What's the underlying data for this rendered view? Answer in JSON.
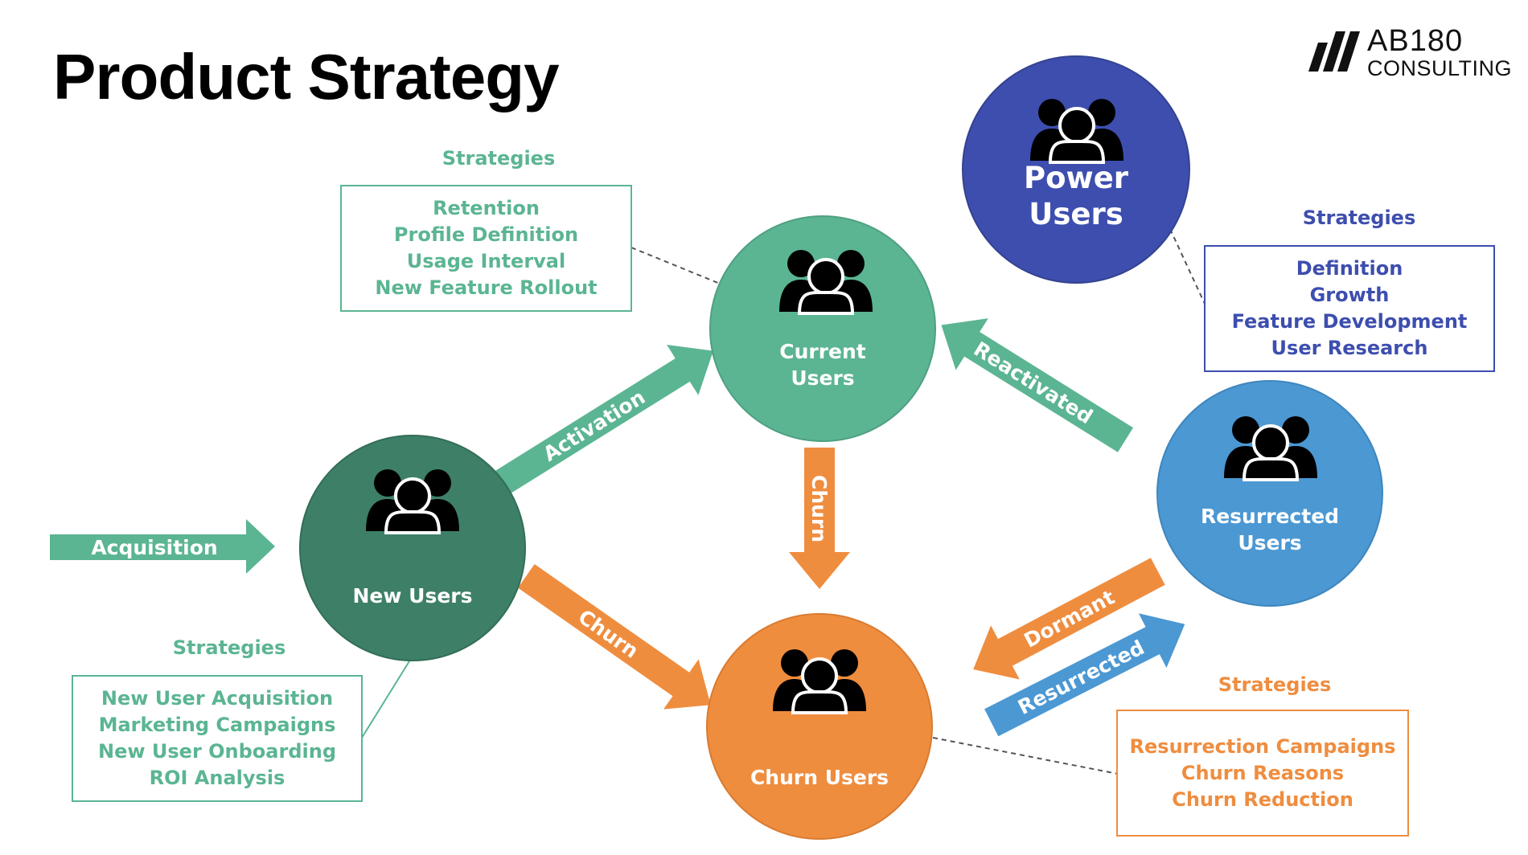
{
  "title": "Product Strategy",
  "logo": {
    "line1": "AB180",
    "line2": "CONSULTING"
  },
  "colors": {
    "green": "#5bb592",
    "dark_green": "#3e8067",
    "orange": "#ef8d3f",
    "blue": "#4b98d3",
    "indigo": "#3d4eae"
  },
  "nodes": {
    "power": {
      "line1": "Power",
      "line2": "Users",
      "icon": "user-group-icon"
    },
    "current": {
      "line1": "Current",
      "line2": "Users",
      "icon": "user-group-icon"
    },
    "new": {
      "line1": "New Users",
      "icon": "user-group-icon"
    },
    "resurrected": {
      "line1": "Resurrected",
      "line2": "Users",
      "icon": "user-group-icon"
    },
    "churn": {
      "line1": "Churn Users",
      "icon": "user-group-icon"
    }
  },
  "arrows": {
    "acquisition": "Acquisition",
    "activation": "Activation",
    "churn_down": "Churn",
    "churn_new": "Churn",
    "reactivated": "Reactivated",
    "dormant": "Dormant",
    "resurrected": "Resurrected"
  },
  "strategies": {
    "current": {
      "heading": "Strategies",
      "items": [
        "Retention",
        "Profile Definition",
        "Usage Interval",
        "New Feature Rollout"
      ]
    },
    "power": {
      "heading": "Strategies",
      "items": [
        "Definition",
        "Growth",
        "Feature Development",
        "User Research"
      ]
    },
    "new": {
      "heading": "Strategies",
      "items": [
        "New User Acquisition",
        "Marketing Campaigns",
        "New User Onboarding",
        "ROI Analysis"
      ]
    },
    "churn": {
      "heading": "Strategies",
      "items": [
        "Resurrection Campaigns",
        "Churn Reasons",
        "Churn Reduction"
      ]
    }
  }
}
